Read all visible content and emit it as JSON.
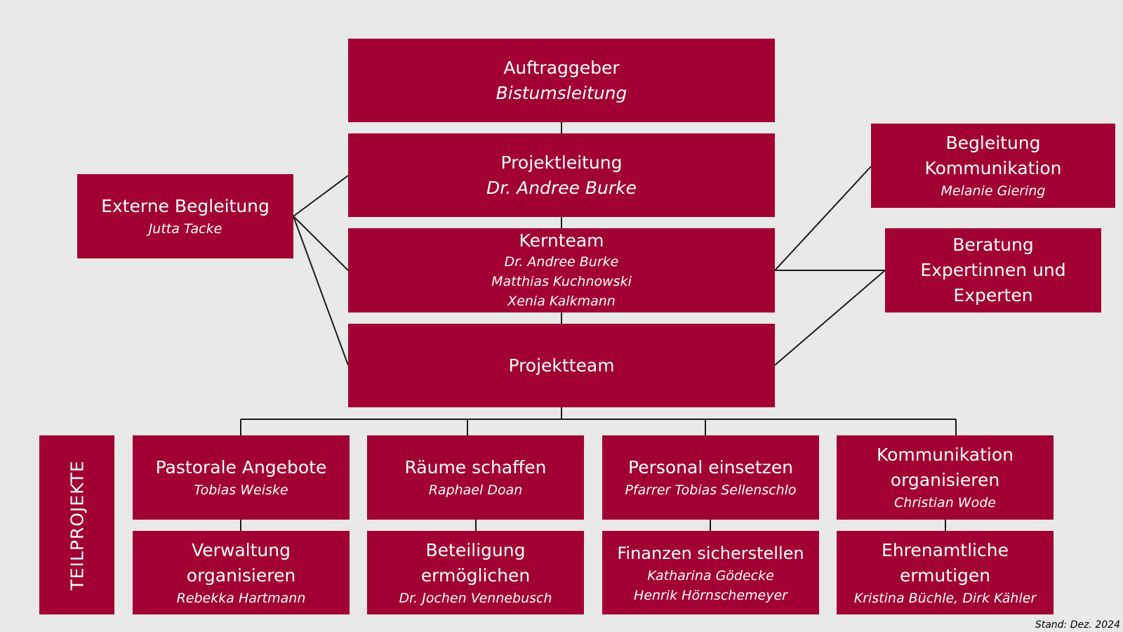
{
  "colors": {
    "box": "#a20033",
    "background": "#e9e9e9",
    "line": "#1a1a1a",
    "text": "#ffffff"
  },
  "nodes": {
    "auftraggeber": {
      "title": "Auftraggeber",
      "subtitle": "Bistumsleitung"
    },
    "projektleitung": {
      "title": "Projektleitung",
      "subtitle": "Dr. Andree Burke"
    },
    "kernteam": {
      "title": "Kernteam",
      "members": [
        "Dr. Andree Burke",
        "Matthias Kuchnowski",
        "Xenia Kalkmann"
      ]
    },
    "projektteam": {
      "title": "Projektteam"
    },
    "externe_begleitung": {
      "title": "Externe Begleitung",
      "person": "Jutta Tacke"
    },
    "begleitung_kommunikation": {
      "title_line1": "Begleitung",
      "title_line2": "Kommunikation",
      "person": "Melanie Giering"
    },
    "beratung": {
      "title_line1": "Beratung",
      "title_line2": "Expertinnen und",
      "title_line3": "Experten"
    }
  },
  "teilprojekte": {
    "label": "TEILPROJEKTE",
    "pastorale": {
      "title": "Pastorale Angebote",
      "person": "Tobias Weiske"
    },
    "raeume": {
      "title": "Räume schaffen",
      "person": "Raphael Doan"
    },
    "personal": {
      "title": "Personal einsetzen",
      "person": "Pfarrer Tobias Sellenschlo"
    },
    "kommunikation": {
      "title_line1": "Kommunikation",
      "title_line2": "organisieren",
      "person": "Christian Wode"
    },
    "verwaltung": {
      "title_line1": "Verwaltung",
      "title_line2": "organisieren",
      "person": "Rebekka Hartmann"
    },
    "beteiligung": {
      "title_line1": "Beteiligung",
      "title_line2": "ermöglichen",
      "person": "Dr. Jochen Vennebusch"
    },
    "finanzen": {
      "title": "Finanzen sicherstellen",
      "persons": [
        "Katharina Gödecke",
        "Henrik Hörnschemeyer"
      ]
    },
    "ehrenamt": {
      "title_line1": "Ehrenamtliche",
      "title_line2": "ermutigen",
      "person": "Kristina Büchle, Dirk Kähler"
    }
  },
  "footer": {
    "stand": "Stand: Dez. 2024"
  }
}
